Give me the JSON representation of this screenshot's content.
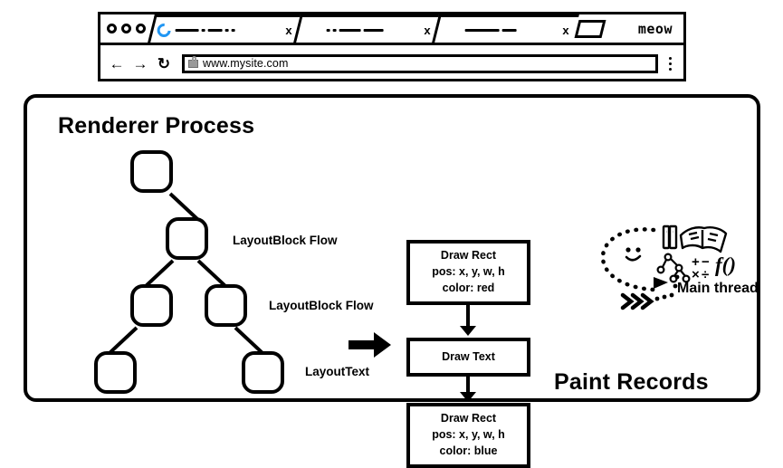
{
  "browser": {
    "brand_label": "meow",
    "traffic_lights": [
      "close-dot",
      "minimize-dot",
      "maximize-dot"
    ],
    "tabs": [
      {
        "favicon": "blue-swirl-favicon",
        "title": "",
        "close_label": "x",
        "active": true
      },
      {
        "favicon": "",
        "title": "",
        "close_label": "x",
        "active": false
      },
      {
        "favicon": "",
        "title": "",
        "close_label": "x",
        "active": false
      }
    ],
    "new_tab_icon": "new-tab-icon",
    "toolbar": {
      "back_icon": "←",
      "forward_icon": "→",
      "reload_icon": "↻",
      "lock_icon": "padlock-icon",
      "url": "www.mysite.com",
      "menu_icon": "kebab-menu-icon"
    }
  },
  "panel": {
    "title": "Renderer Process",
    "paint_records_title": "Paint Records"
  },
  "layout_tree": {
    "labels": {
      "level1": "LayoutBlock Flow",
      "level2": "LayoutBlock Flow",
      "level3": "LayoutText"
    },
    "nodes": [
      "root",
      "block-1",
      "block-2a",
      "block-2b",
      "text-3a",
      "text-3b"
    ]
  },
  "flow_arrow": "right-arrow-icon",
  "paint_records": [
    {
      "line1": "Draw Rect",
      "line2": "pos: x, y, w, h",
      "line3": "color: red"
    },
    {
      "line1": "Draw Text",
      "line2": "",
      "line3": ""
    },
    {
      "line1": "Draw Rect",
      "line2": "pos: x, y, w, h",
      "line3": "color: blue"
    }
  ],
  "main_thread": {
    "label": "Main thread",
    "doodles": [
      "smiley-face-icon",
      "books-icon",
      "open-book-icon",
      "node-tree-icon",
      "math-symbols-icon",
      "function-icon",
      "chevrons-icon"
    ]
  },
  "colors": {
    "ink": "#000000",
    "favicon_blue": "#2196f3",
    "lock_gray": "#9a9a9a",
    "background": "#ffffff"
  }
}
